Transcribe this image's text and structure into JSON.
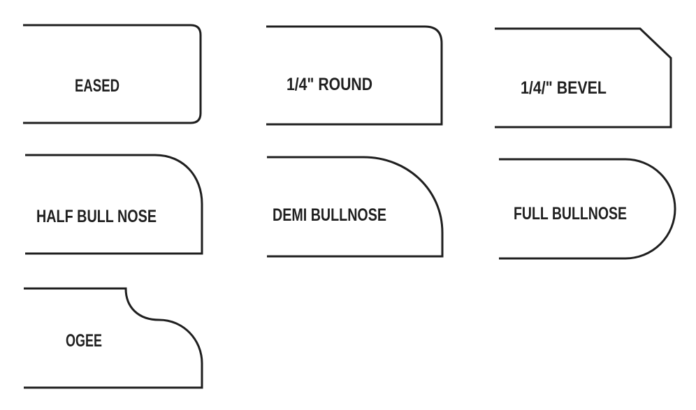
{
  "diagram": {
    "stroke_color": "#1f1f1f",
    "background": "#ffffff",
    "profiles": [
      {
        "id": "eased",
        "label": "EASED"
      },
      {
        "id": "quarter-round",
        "label": "1/4\" ROUND"
      },
      {
        "id": "quarter-bevel",
        "label": "1/4/\" BEVEL"
      },
      {
        "id": "half-bull-nose",
        "label": "HALF BULL NOSE"
      },
      {
        "id": "demi-bullnose",
        "label": "DEMI BULLNOSE"
      },
      {
        "id": "full-bullnose",
        "label": "FULL BULLNOSE"
      },
      {
        "id": "ogee",
        "label": "OGEE"
      }
    ]
  }
}
